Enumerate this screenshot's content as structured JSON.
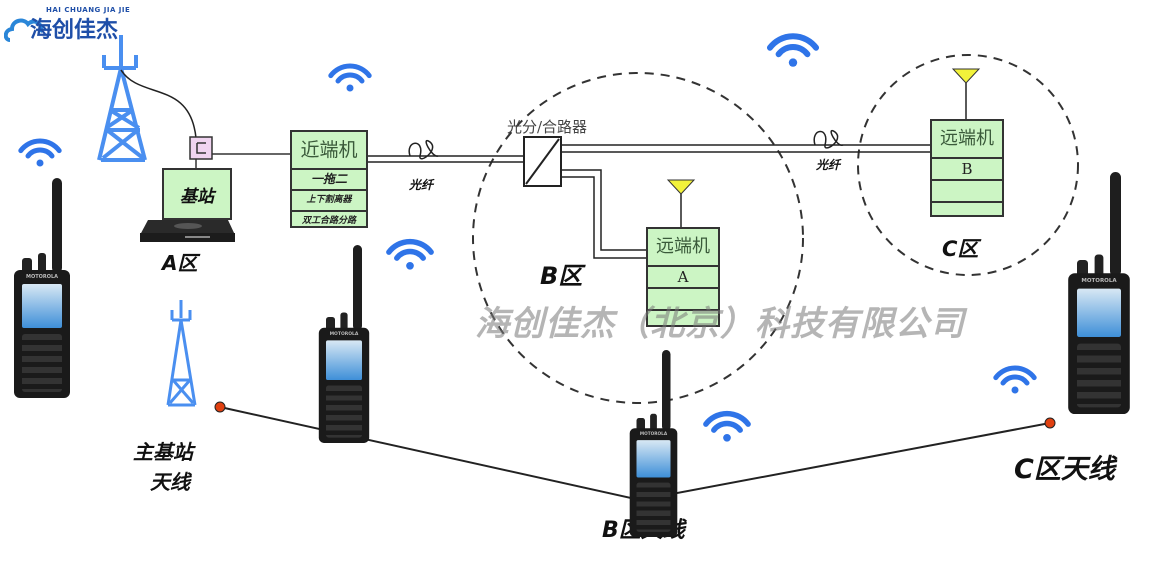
{
  "logo": {
    "english": "HAI CHUANG JIA JIE",
    "chinese": "海创佳杰"
  },
  "watermark": "海创佳杰（北京）科技有限公司",
  "zones": {
    "a": "A区",
    "b": "B区",
    "c": "C区"
  },
  "base_station": {
    "label": "基站"
  },
  "near_unit": {
    "title": "近端机",
    "rows": [
      "一拖二",
      "上下割离器",
      "双工合路分路"
    ]
  },
  "fiber_labels": [
    "光纤",
    "光纤"
  ],
  "splitter_label": "光分/合路器",
  "remote_a": {
    "title": "远端机",
    "id": "A"
  },
  "remote_b": {
    "title": "远端机",
    "id": "B"
  },
  "antennas": {
    "main": [
      "主基站",
      "天线"
    ],
    "b": "B区天线",
    "c": "C区天线"
  },
  "radio_brand": "MOTOROLA",
  "colors": {
    "wifi": "#2f74e8",
    "tower": "#4a8ff0",
    "box_fill": "#ccf5c4",
    "antenna_dot": "#e04010",
    "antenna_tri": "#f2f23a",
    "coupler": "#f0d4f0"
  }
}
